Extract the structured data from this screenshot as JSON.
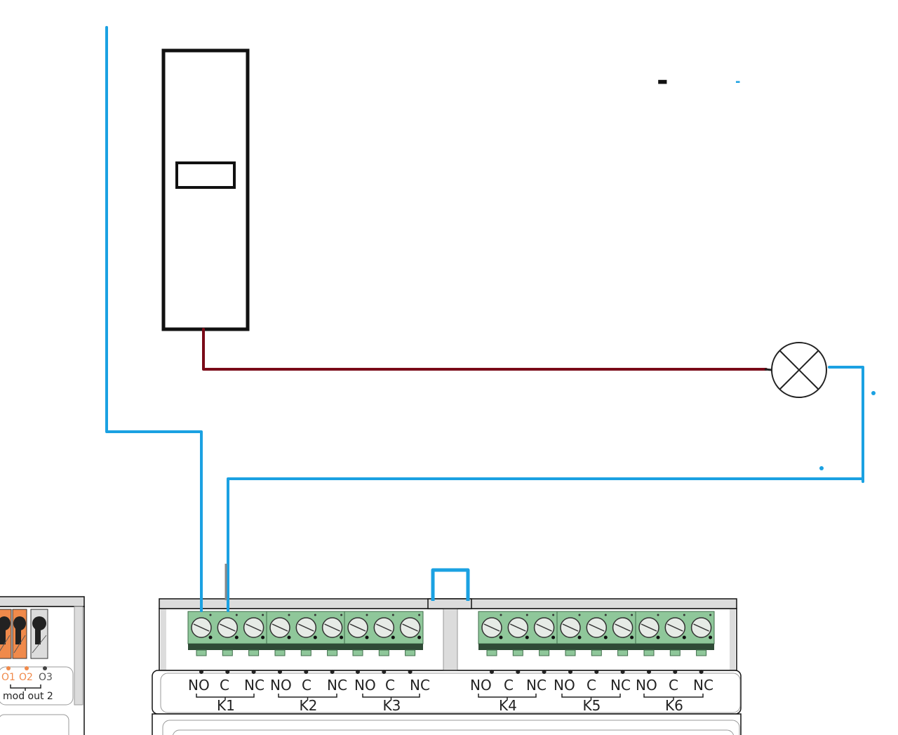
{
  "colors": {
    "wire_blue": "#1ba1e2",
    "wire_red": "#7a0a18",
    "terminal_green": "#8fc79a",
    "terminal_dark": "#2f4a36",
    "module_orange": "#f08a4b",
    "module_grey": "#dcdcdc",
    "outline": "#111111"
  },
  "relays": [
    {
      "name": "K1",
      "terminals": [
        "NO",
        "C",
        "NC"
      ]
    },
    {
      "name": "K2",
      "terminals": [
        "NO",
        "C",
        "NC"
      ]
    },
    {
      "name": "K3",
      "terminals": [
        "NO",
        "C",
        "NC"
      ]
    },
    {
      "name": "K4",
      "terminals": [
        "NO",
        "C",
        "NC"
      ]
    },
    {
      "name": "K5",
      "terminals": [
        "NO",
        "C",
        "NC"
      ]
    },
    {
      "name": "K6",
      "terminals": [
        "NO",
        "C",
        "NC"
      ]
    }
  ],
  "left_module": {
    "outputs": [
      "O1",
      "O2",
      "O3"
    ],
    "label": "mod out 2"
  },
  "marks": {
    "dash_black": "-",
    "dash_blue": "-"
  }
}
